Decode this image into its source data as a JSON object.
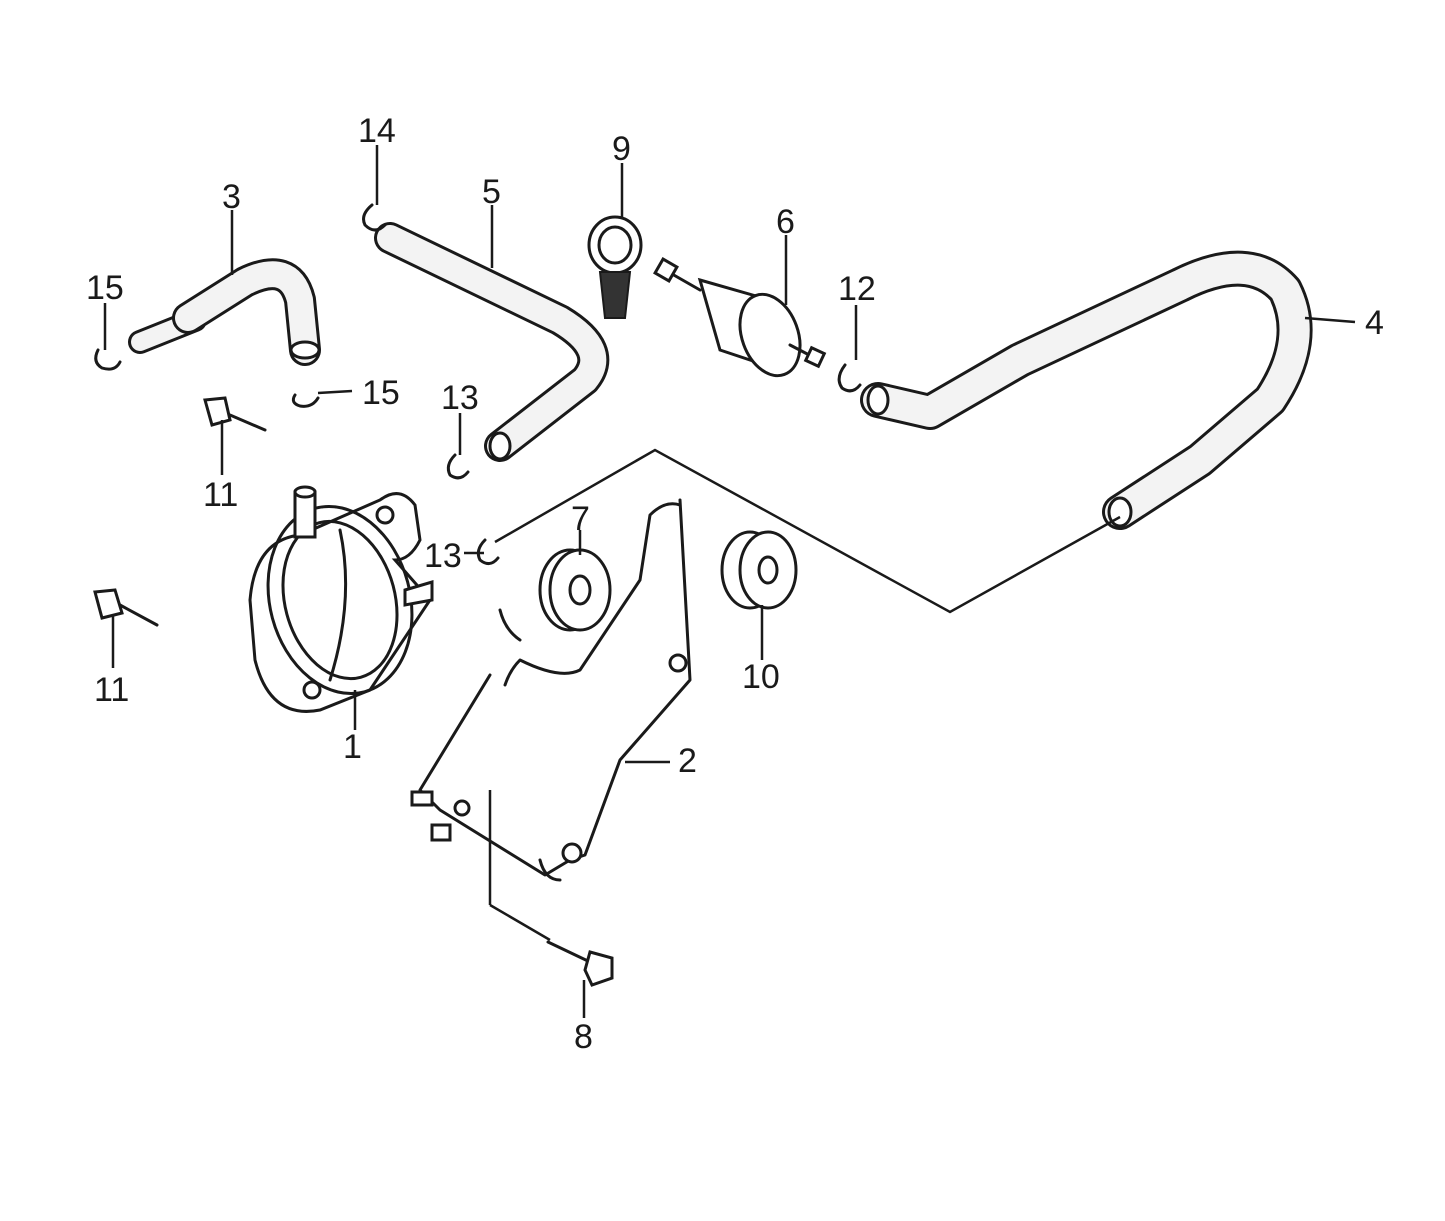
{
  "diagram": {
    "callouts": [
      {
        "id": "label-1",
        "text": "1"
      },
      {
        "id": "label-2",
        "text": "2"
      },
      {
        "id": "label-3",
        "text": "3"
      },
      {
        "id": "label-4",
        "text": "4"
      },
      {
        "id": "label-5",
        "text": "5"
      },
      {
        "id": "label-6",
        "text": "6"
      },
      {
        "id": "label-7",
        "text": "7"
      },
      {
        "id": "label-8",
        "text": "8"
      },
      {
        "id": "label-9",
        "text": "9"
      },
      {
        "id": "label-10",
        "text": "10"
      },
      {
        "id": "label-11a",
        "text": "11"
      },
      {
        "id": "label-11b",
        "text": "11"
      },
      {
        "id": "label-12",
        "text": "12"
      },
      {
        "id": "label-13a",
        "text": "13"
      },
      {
        "id": "label-13b",
        "text": "13"
      },
      {
        "id": "label-14",
        "text": "14"
      },
      {
        "id": "label-15a",
        "text": "15"
      },
      {
        "id": "label-15b",
        "text": "15"
      }
    ]
  }
}
